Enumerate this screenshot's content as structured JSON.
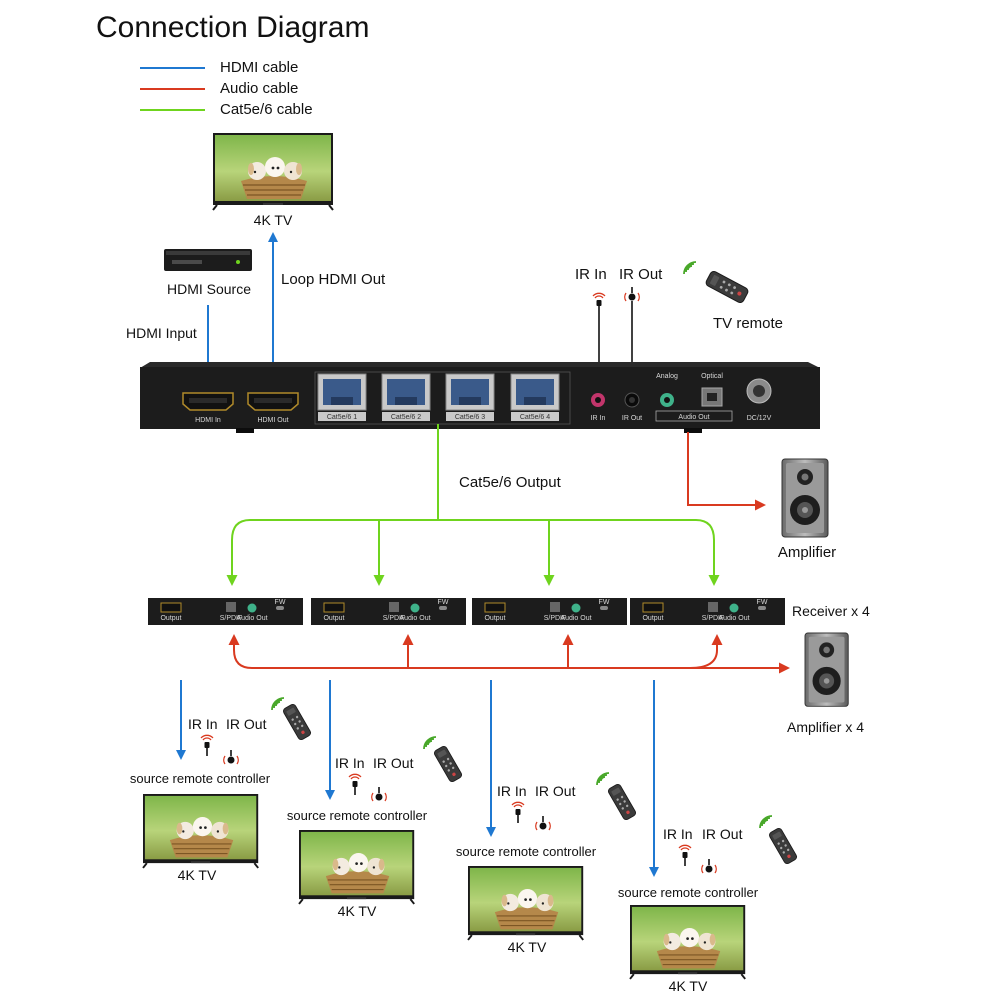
{
  "title": "Connection Diagram",
  "legend": [
    {
      "label": "HDMI cable",
      "color": "#1f78d1"
    },
    {
      "label": "Audio cable",
      "color": "#d93a20"
    },
    {
      "label": "Cat5e/6 cable",
      "color": "#6fd41e"
    }
  ],
  "colors": {
    "hdmi": "#1f78d1",
    "audio": "#d93a20",
    "cat": "#6fd41e",
    "device": "#1c1c1c"
  },
  "labels": {
    "top_tv": "4K TV",
    "loop_out": "Loop HDMI Out",
    "hdmi_source": "HDMI Source",
    "hdmi_input": "HDMI Input",
    "ir_in": "IR In",
    "ir_out": "IR Out",
    "tv_remote": "TV remote",
    "cat_output": "Cat5e/6 Output",
    "amplifier": "Amplifier",
    "receiver": "Receiver x 4",
    "amplifier_x4": "Amplifier x 4"
  },
  "panel": {
    "hdmi_in": "HDMI In",
    "hdmi_out": "HDMI Out",
    "cat_ports": [
      "Cat5e/6 1",
      "Cat5e/6 2",
      "Cat5e/6 3",
      "Cat5e/6 4"
    ],
    "ir_in": "IR In",
    "ir_out": "IR Out",
    "analog": "Analog",
    "optical": "Optical",
    "audio_out": "Audio Out",
    "dc": "DC/12V"
  },
  "receiver_panel": {
    "output": "Output",
    "spdif": "S/PDIF",
    "audio_out": "Audio Out",
    "fw": "FW"
  },
  "zones": [
    {
      "ir_in": "IR In",
      "ir_out": "IR Out",
      "source": "source remote controller",
      "tv": "4K TV"
    },
    {
      "ir_in": "IR In",
      "ir_out": "IR Out",
      "source": "source remote controller",
      "tv": "4K TV"
    },
    {
      "ir_in": "IR In",
      "ir_out": "IR Out",
      "source": "source remote controller",
      "tv": "4K TV"
    },
    {
      "ir_in": "IR In",
      "ir_out": "IR Out",
      "source": "source remote controller",
      "tv": "4K TV"
    }
  ]
}
